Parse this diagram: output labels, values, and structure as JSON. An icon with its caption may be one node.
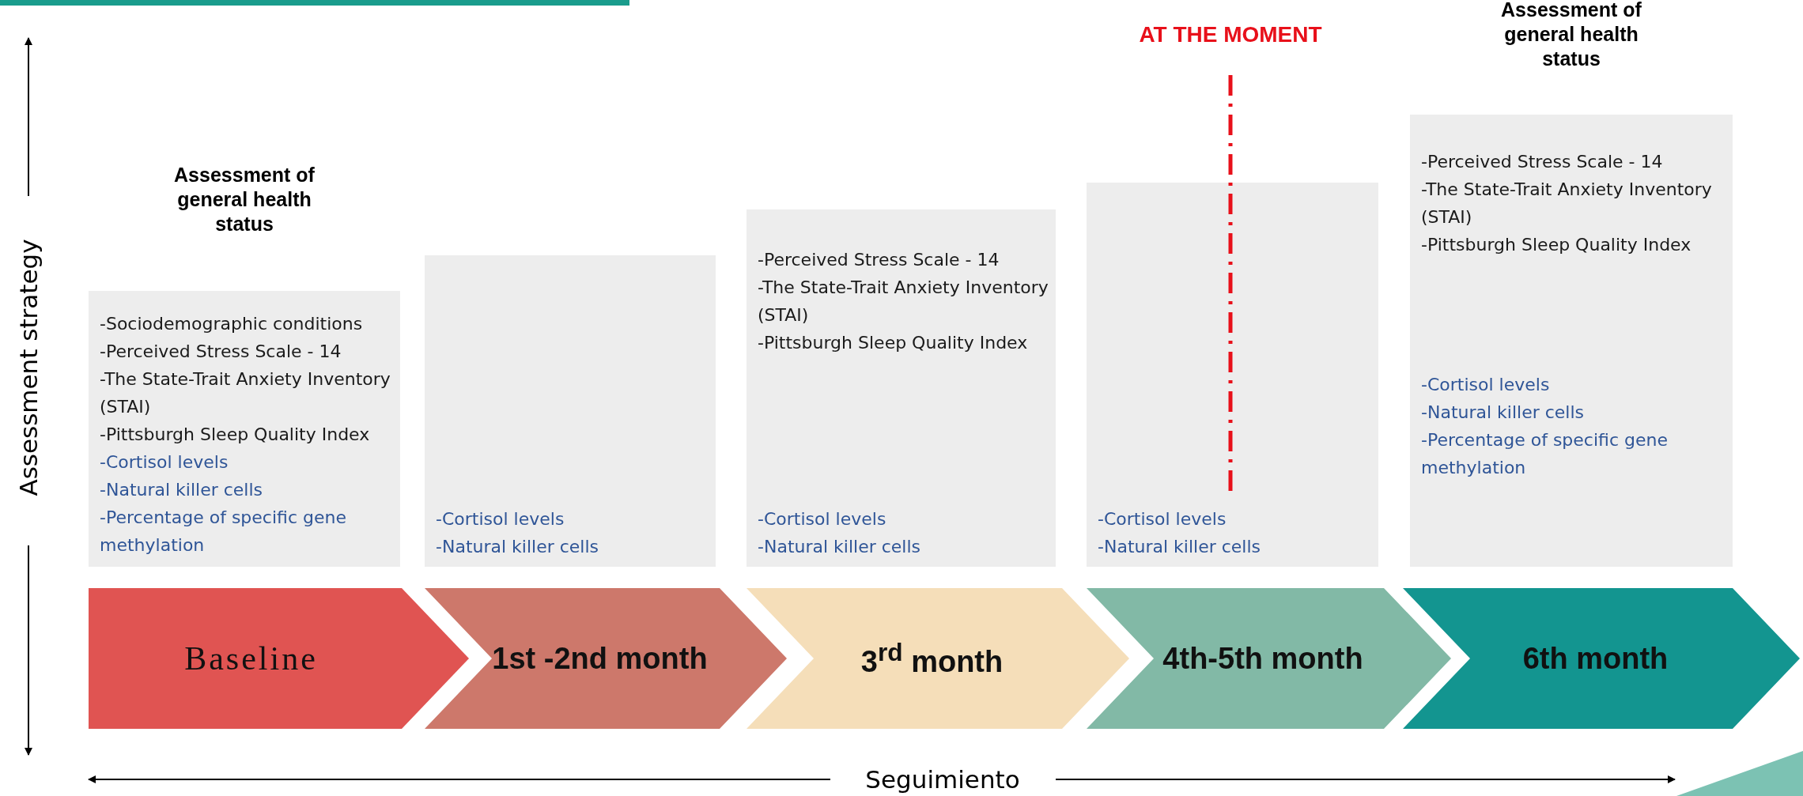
{
  "diagram": {
    "nodes": [
      {
        "text": [
          "Assessment of general health status",
          "-Sociodemographic conditions",
          "-Perceived Stress Scale - 14",
          "-The State-Trait Anxiety Inventory (STAI)",
          "-Pittsburgh Sleep Quality Index",
          "-Cortisol levels",
          "-Natural killer cells",
          "-Percentage of specific gene methylation"
        ]
      },
      {
        "text": [
          "-Cortisol levels",
          "-Natural killer cells"
        ]
      },
      {
        "text": [
          "-Perceived Stress Scale - 14",
          "-The State-Trait Anxiety Inventory (STAI)",
          "-Pittsburgh Sleep Quality Index",
          "-Cortisol levels",
          "-Natural killer cells"
        ]
      },
      {
        "text": [
          "-Cortisol levels",
          "-Natural killer cells"
        ]
      },
      {
        "text": [
          "Assessment of general health status",
          "-Perceived Stress Scale - 14",
          "-The State-Trait Anxiety Inventory (STAI)",
          "-Pittsburgh Sleep Quality Index",
          "-Cortisol levels",
          "-Natural killer cells",
          "-Percentage of specific gene methylation"
        ]
      },
      {
        "text": [
          "Baseline"
        ]
      },
      {
        "text": [
          "1st -2nd month"
        ]
      },
      {
        "text": [
          "3$^{rd}$ month"
        ]
      },
      {
        "text": [
          "4th-5th month"
        ]
      },
      {
        "text": [
          "6th month"
        ]
      }
    ],
    "edges": [],
    "labels": [
      "AT THE MOMENT",
      "Assessment strategy",
      "Seguimiento"
    ]
  }
}
